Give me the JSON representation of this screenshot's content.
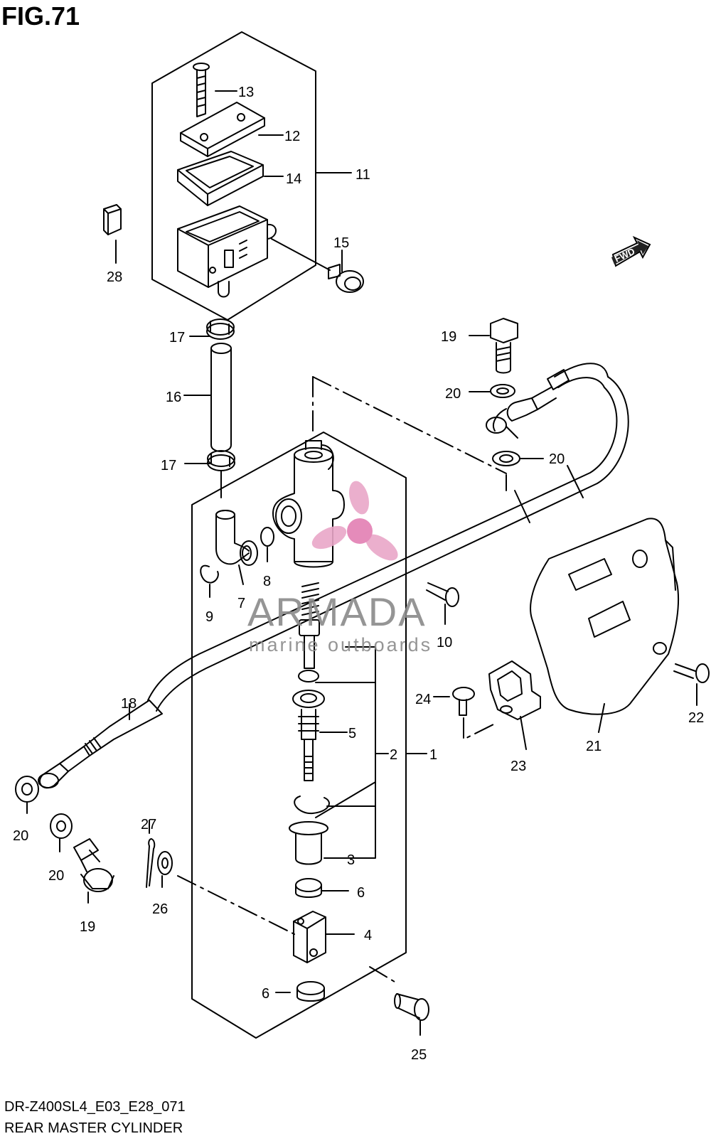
{
  "figure_title": "FIG.71",
  "drawing_code": "DR-Z400SL4_E03_E28_071",
  "drawing_name": "REAR MASTER CYLINDER",
  "direction_badge": "FWD",
  "watermark": {
    "brand": "ARMADA",
    "tagline": "marine outboards",
    "brand_color": "#e6a0c4"
  },
  "callouts": {
    "c1": "1",
    "c2": "2",
    "c3": "3",
    "c4": "4",
    "c5": "5",
    "c6a": "6",
    "c6b": "6",
    "c7": "7",
    "c8": "8",
    "c9": "9",
    "c10": "10",
    "c11": "11",
    "c12": "12",
    "c13": "13",
    "c14": "14",
    "c15": "15",
    "c16": "16",
    "c17a": "17",
    "c17b": "17",
    "c18": "18",
    "c19a": "19",
    "c19b": "19",
    "c20a": "20",
    "c20b": "20",
    "c20c": "20",
    "c20d": "20",
    "c21": "21",
    "c22": "22",
    "c23": "23",
    "c24": "24",
    "c25": "25",
    "c26": "26",
    "c27": "27",
    "c28": "28"
  }
}
